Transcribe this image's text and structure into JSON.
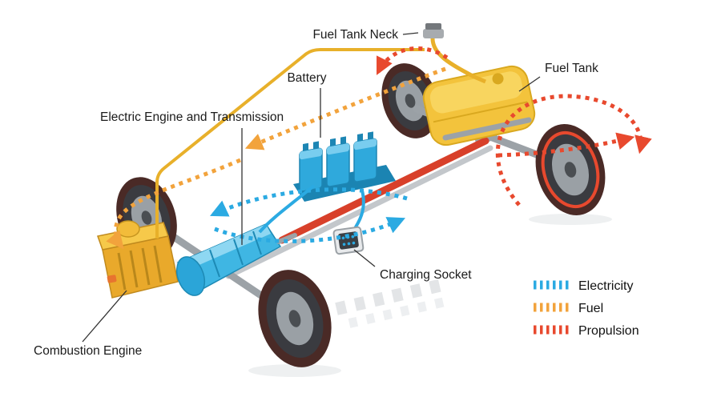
{
  "diagram": {
    "labels": {
      "fuel_tank_neck": "Fuel Tank Neck",
      "battery": "Battery",
      "fuel_tank": "Fuel Tank",
      "electric_engine_transmission": "Electric Engine and Transmission",
      "charging_socket": "Charging Socket",
      "combustion_engine": "Combustion Engine"
    },
    "legend": [
      {
        "label": "Electricity",
        "color": "#2BAAE2"
      },
      {
        "label": "Fuel",
        "color": "#F2A33C"
      },
      {
        "label": "Propulsion",
        "color": "#E8492E"
      }
    ],
    "colors": {
      "electricity": "#2BAAE2",
      "fuel": "#F2A33C",
      "fuel_line": "#E8B02A",
      "propulsion": "#E8492E",
      "drive_shaft": "#D8402A",
      "tank_yellow": "#F3C33C",
      "tank_highlight": "#F8D55F",
      "engine_yellow": "#E9A92B",
      "engine_highlight": "#F6C94A",
      "battery_blue": "#2FA9DC",
      "battery_dark": "#1B84B2",
      "transmission_blue": "#3FB6E3",
      "chassis_gray": "#9CA2A7",
      "tire_dark": "#4A2A26",
      "hub_gray": "#9AA0A5",
      "callout_line": "#333333",
      "background": "#FFFFFF"
    }
  }
}
